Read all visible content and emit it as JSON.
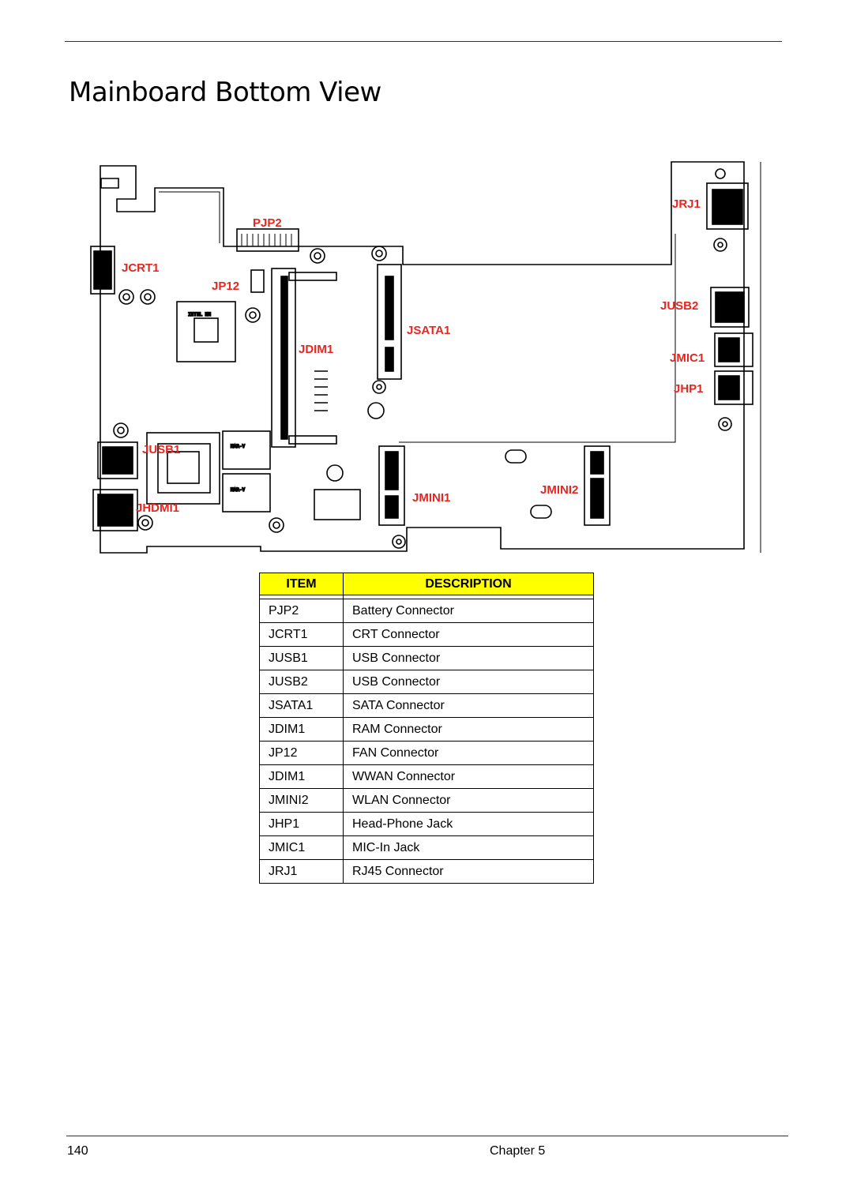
{
  "page": {
    "title": "Mainboard Bottom View",
    "page_number": "140",
    "chapter": "Chapter 5"
  },
  "diagram": {
    "labels": {
      "pjp2": "PJP2",
      "jcrt1": "JCRT1",
      "jp12": "JP12",
      "jdim1": "JDIM1",
      "jsata1": "JSATA1",
      "jusb1": "JUSB1",
      "jhdmi1": "JHDMI1",
      "jmini1": "JMINI1",
      "jmini2": "JMINI2",
      "jrj1": "JRJ1",
      "jusb2": "JUSB2",
      "jmic1": "JMIC1",
      "jhp1": "JHP1"
    },
    "label_color": "#e8251f"
  },
  "table": {
    "header_color": "#ffff00",
    "headers": {
      "item": "ITEM",
      "description": "DESCRIPTION"
    },
    "rows": [
      {
        "item": "PJP2",
        "description": "Battery Connector"
      },
      {
        "item": "JCRT1",
        "description": "CRT Connector"
      },
      {
        "item": "JUSB1",
        "description": "USB Connector"
      },
      {
        "item": "JUSB2",
        "description": "USB Connector"
      },
      {
        "item": "JSATA1",
        "description": "SATA Connector"
      },
      {
        "item": "JDIM1",
        "description": "RAM Connector"
      },
      {
        "item": "JP12",
        "description": "FAN Connector"
      },
      {
        "item": "JDIM1",
        "description": "WWAN Connector"
      },
      {
        "item": "JMINI2",
        "description": "WLAN Connector"
      },
      {
        "item": "JHP1",
        "description": "Head-Phone Jack"
      },
      {
        "item": "JMIC1",
        "description": "MIC-In Jack"
      },
      {
        "item": "JRJ1",
        "description": "RJ45 Connector"
      }
    ]
  }
}
